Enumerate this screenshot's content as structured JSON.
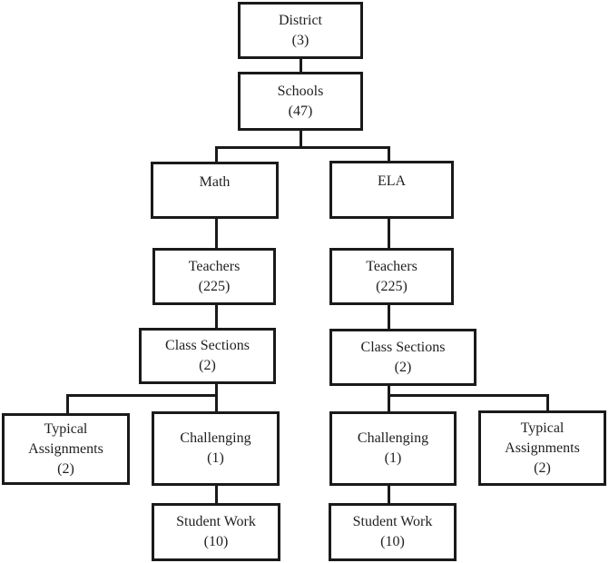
{
  "diagram": {
    "type": "flowchart-tree",
    "background": "#ffffff",
    "line_color": "#1a1a1a",
    "text_color": "#1f1f1f"
  },
  "nodes": {
    "district": {
      "label": "District",
      "count": "(3)"
    },
    "schools": {
      "label": "Schools",
      "count": "(47)"
    },
    "math": {
      "label": "Math",
      "count": ""
    },
    "ela": {
      "label": "ELA",
      "count": ""
    },
    "teachers_math": {
      "label": "Teachers",
      "count": "(225)"
    },
    "teachers_ela": {
      "label": "Teachers",
      "count": "(225)"
    },
    "class_sections_math": {
      "label": "Class Sections",
      "count": "(2)"
    },
    "class_sections_ela": {
      "label": "Class Sections",
      "count": "(2)"
    },
    "typical_assignments_math": {
      "label": "Typical Assignments",
      "count": "(2)"
    },
    "challenging_math": {
      "label": "Challenging",
      "count": "(1)"
    },
    "challenging_ela": {
      "label": "Challenging",
      "count": "(1)"
    },
    "typical_assignments_ela": {
      "label": "Typical Assignments",
      "count": "(2)"
    },
    "student_work_math": {
      "label": "Student Work",
      "count": "(10)"
    },
    "student_work_ela": {
      "label": "Student Work",
      "count": "(10)"
    }
  },
  "edges": [
    [
      "District (3)",
      "Schools (47)"
    ],
    [
      "Schools (47)",
      "Math"
    ],
    [
      "Schools (47)",
      "ELA"
    ],
    [
      "Math",
      "Teachers (225)"
    ],
    [
      "ELA",
      "Teachers (225)"
    ],
    [
      "Teachers (225) [Math]",
      "Class Sections (2)"
    ],
    [
      "Teachers (225) [ELA]",
      "Class Sections (2)"
    ],
    [
      "Class Sections (2) [Math]",
      "Typical Assignments (2)"
    ],
    [
      "Class Sections (2) [Math]",
      "Challenging (1)"
    ],
    [
      "Class Sections (2) [ELA]",
      "Challenging (1)"
    ],
    [
      "Class Sections (2) [ELA]",
      "Typical Assignments (2)"
    ],
    [
      "Challenging (1) [Math]",
      "Student Work (10)"
    ],
    [
      "Challenging (1) [ELA]",
      "Student Work (10)"
    ]
  ]
}
